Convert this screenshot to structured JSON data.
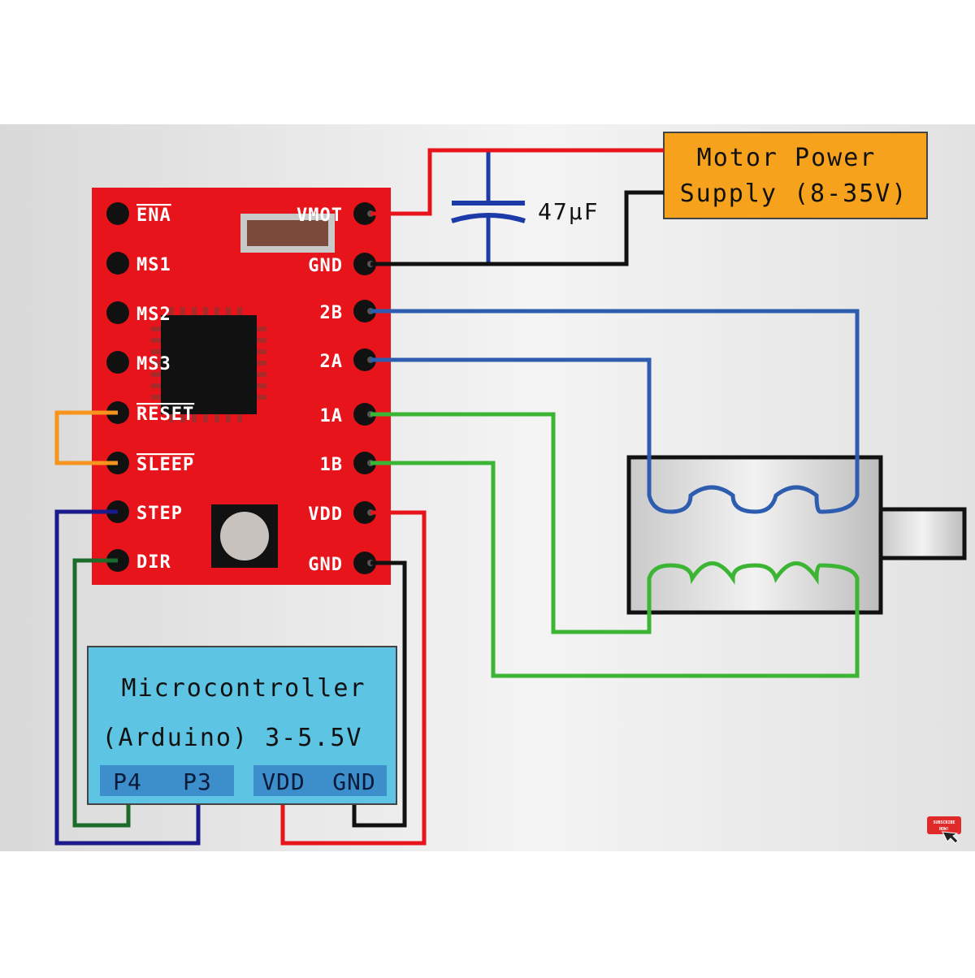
{
  "driver": {
    "left_pins": [
      "ENA",
      "MS1",
      "MS2",
      "MS3",
      "RESET",
      "SLEEP",
      "STEP",
      "DIR"
    ],
    "right_pins": [
      "VMOT",
      "GND",
      "2B",
      "2A",
      "1A",
      "1B",
      "VDD",
      "GND"
    ],
    "overlined_pins": [
      "ENA",
      "RESET",
      "SLEEP"
    ],
    "board_color": "#e8141b"
  },
  "power_supply": {
    "line1": "Motor Power",
    "line2": "Supply (8-35V)",
    "color": "#f7a21c"
  },
  "capacitor": {
    "label": "47µF",
    "color": "#1c3aa8"
  },
  "microcontroller": {
    "title": "Microcontroller",
    "subtitle": "(Arduino) 3-5.5V",
    "ports": [
      "P4",
      "P3",
      "VDD",
      "GND"
    ],
    "color": "#5ec4e3"
  },
  "wire_colors": {
    "power": "#e8141b",
    "ground": "#111111",
    "coil_b": "#2e5db0",
    "coil_a": "#3db534",
    "loop": "#f7941d",
    "step": "#1a1a8c",
    "dir": "#1d6b2a"
  },
  "badge": {
    "line1": "SUBSCRIBE",
    "line2": "NOW!",
    "color": "#e02a2a"
  }
}
